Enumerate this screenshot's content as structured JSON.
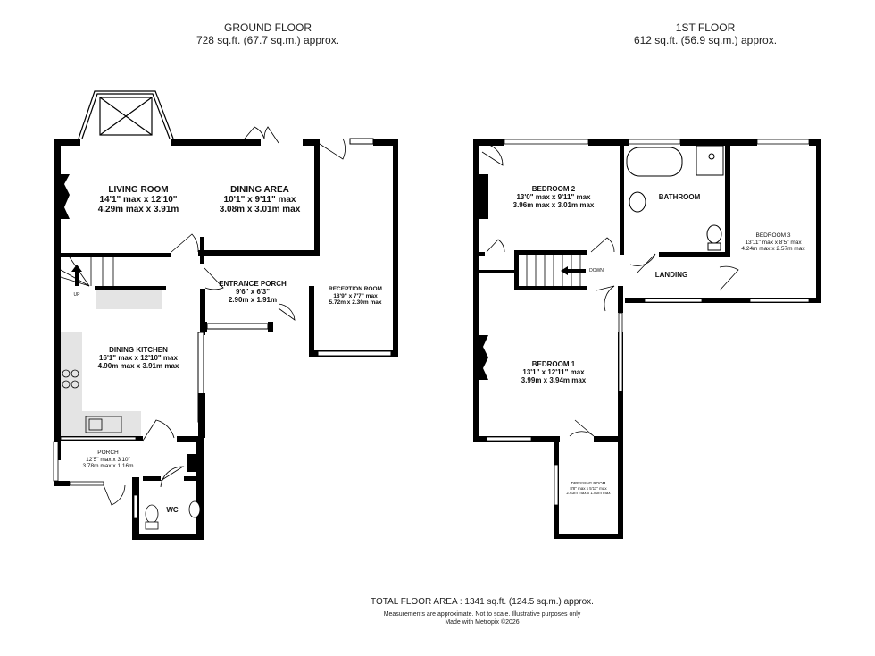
{
  "ground_floor": {
    "title": "GROUND FLOOR",
    "area": "728 sq.ft. (67.7 sq.m.) approx.",
    "rooms": [
      {
        "name": "LIVING ROOM",
        "imperial": "14'1\" max x 12'10\"",
        "metric": "4.29m max x 3.91m"
      },
      {
        "name": "DINING AREA",
        "imperial": "10'1\"  x 9'11\" max",
        "metric": "3.08m  x 3.01m max"
      },
      {
        "name": "ENTRANCE PORCH",
        "imperial": "9'6\"  x 6'3\"",
        "metric": "2.90m  x 1.91m"
      },
      {
        "name": "RECEPTION ROOM",
        "imperial": "18'9\"  x 7'7\" max",
        "metric": "5.72m  x 2.30m max"
      },
      {
        "name": "DINING KITCHEN",
        "imperial": "16'1\" max x 12'10\" max",
        "metric": "4.90m max x 3.91m max"
      },
      {
        "name": "PORCH",
        "imperial": "12'5\" max x 3'10\"",
        "metric": "3.78m max x 1.16m"
      },
      {
        "name": "WC"
      }
    ],
    "stairs_label": "UP"
  },
  "first_floor": {
    "title": "1ST FLOOR",
    "area": "612 sq.ft. (56.9 sq.m.) approx.",
    "rooms": [
      {
        "name": "BEDROOM 2",
        "imperial": "13'0\" max x 9'11\" max",
        "metric": "3.96m max x 3.01m max"
      },
      {
        "name": "BATHROOM"
      },
      {
        "name": "BEDROOM 3",
        "imperial": "13'11\" max x 8'5\" max",
        "metric": "4.24m max x 2.57m max"
      },
      {
        "name": "LANDING"
      },
      {
        "name": "BEDROOM 1",
        "imperial": "13'1\"  x 12'11\" max",
        "metric": "3.99m  x 3.94m max"
      },
      {
        "name": "DRESSING ROOM",
        "imperial": "8'8\" max x 5'11\" max",
        "metric": "2.63m max x 1.80m max"
      }
    ],
    "stairs_label": "DOWN"
  },
  "footer": {
    "total": "TOTAL FLOOR AREA : 1341 sq.ft. (124.5 sq.m.) approx.",
    "disclaimer": "Measurements are approximate.  Not to scale.  Illustrative purposes only",
    "credit": "Made with Metropix ©2026"
  },
  "colors": {
    "wall": "#000000",
    "fitting": "#e4e4e4",
    "background": "#ffffff"
  }
}
